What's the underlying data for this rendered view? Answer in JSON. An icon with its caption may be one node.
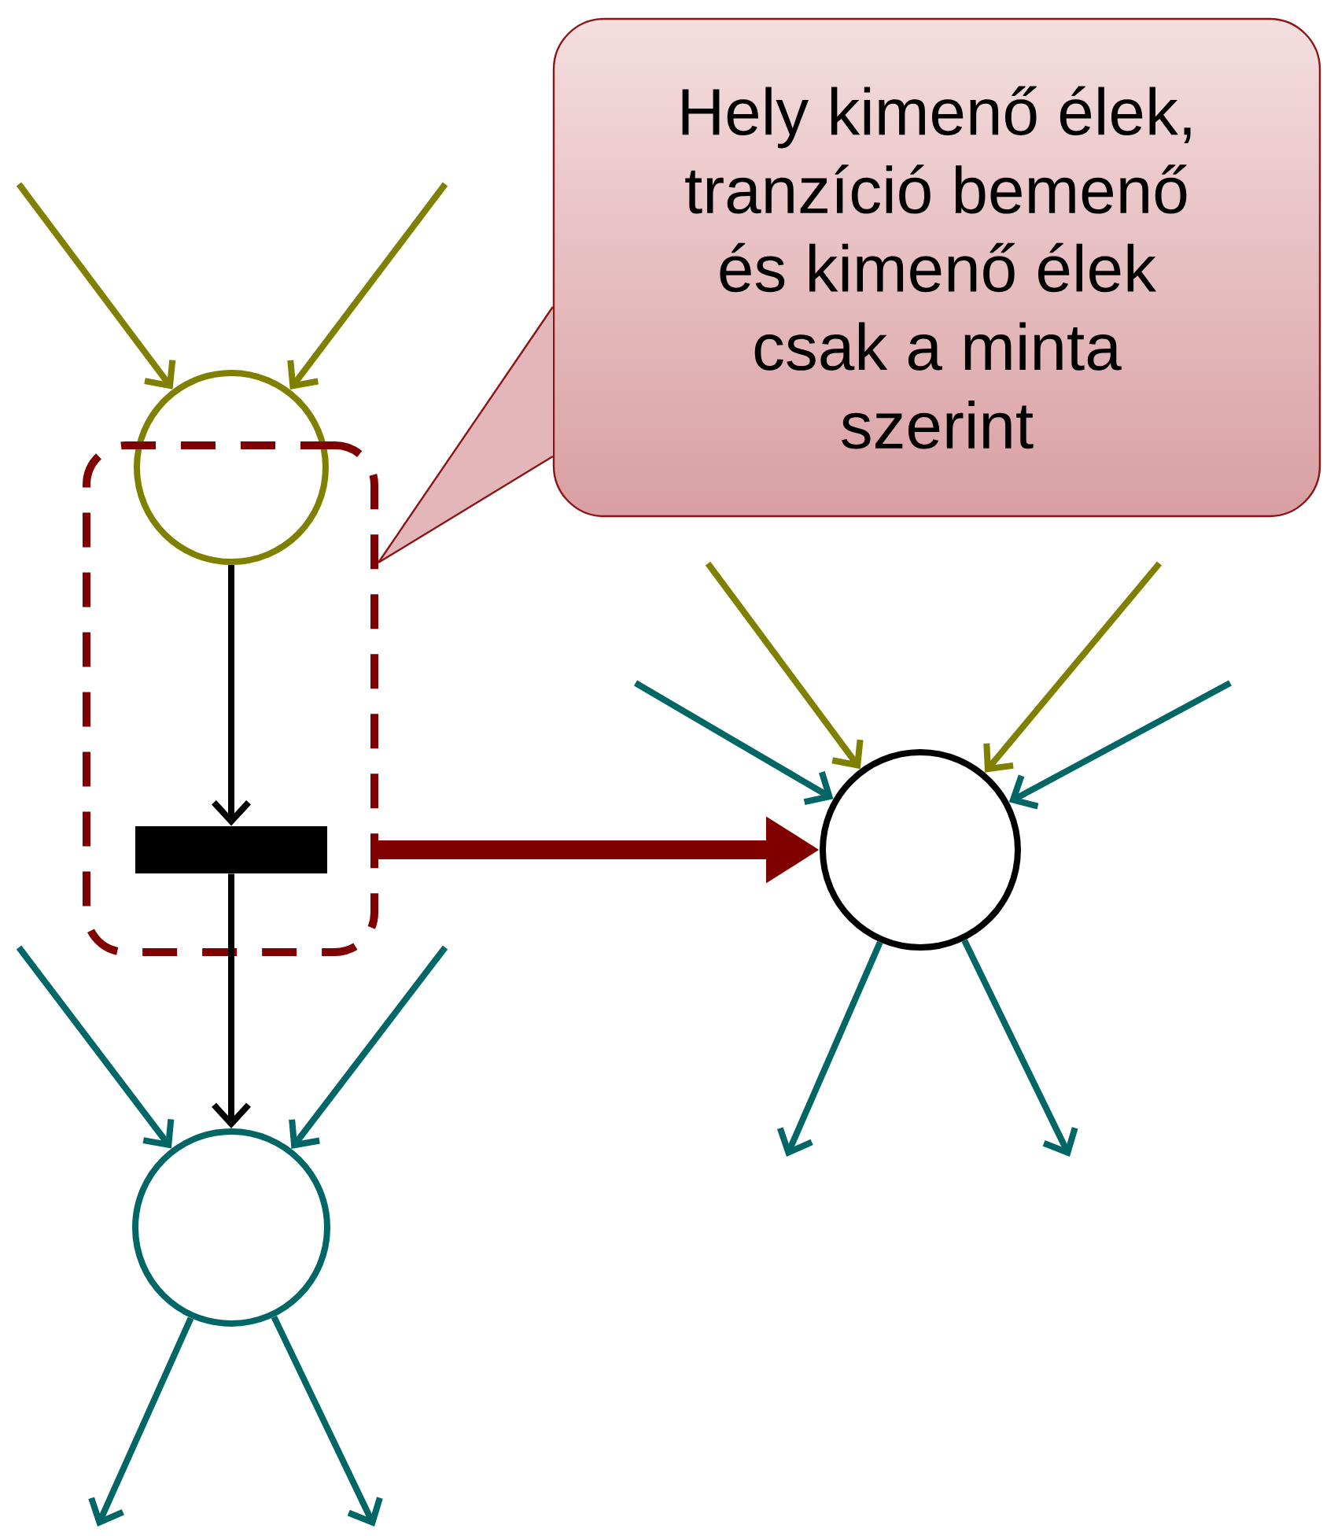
{
  "diagram": {
    "nodes": [
      {
        "text": [
          "Hely kimenő élek, tranzíció bemenő és kimenő élek csak a minta szerint"
        ]
      },
      {
        "text": [],
        "shape": "circle"
      },
      {
        "text": [],
        "shape": "box"
      },
      {
        "text": [],
        "shape": "bar",
        "in": 2
      },
      {
        "text": [],
        "shape": "circle"
      },
      {
        "text": [],
        "shape": "circle"
      }
    ],
    "edges": [
      {
        "from": null,
        "to": 1,
        "arrow": "to",
        "color": "#808000"
      },
      {
        "from": null,
        "to": 1,
        "arrow": "to",
        "color": "#808000"
      },
      {
        "from": 1,
        "to": 3,
        "arrow": "to",
        "color": "#000000"
      },
      {
        "from": 3,
        "to": 4,
        "arrow": "to",
        "color": "#000000"
      },
      {
        "from": null,
        "to": 4,
        "arrow": "to"
      },
      {
        "from": null,
        "to": 4,
        "arrow": "to"
      },
      {
        "from": 4,
        "to": null,
        "arrow": "to"
      },
      {
        "from": 4,
        "to": null,
        "arrow": "to"
      },
      {
        "from": 2,
        "to": 5,
        "arrow": "to",
        "style": "thick",
        "color": "#800000"
      },
      {
        "from": null,
        "to": 5,
        "arrow": "to",
        "color": "#808000"
      },
      {
        "from": null,
        "to": 5,
        "arrow": "to",
        "color": "#808000"
      },
      {
        "from": null,
        "to": 5,
        "arrow": "to"
      },
      {
        "from": null,
        "to": 5,
        "arrow": "to"
      },
      {
        "from": 5,
        "to": null,
        "arrow": "to"
      },
      {
        "from": 5,
        "to": null,
        "arrow": "to"
      },
      {
        "from": 0,
        "to": 2,
        "arrow": "none",
        "color": "#8b1414"
      }
    ]
  }
}
